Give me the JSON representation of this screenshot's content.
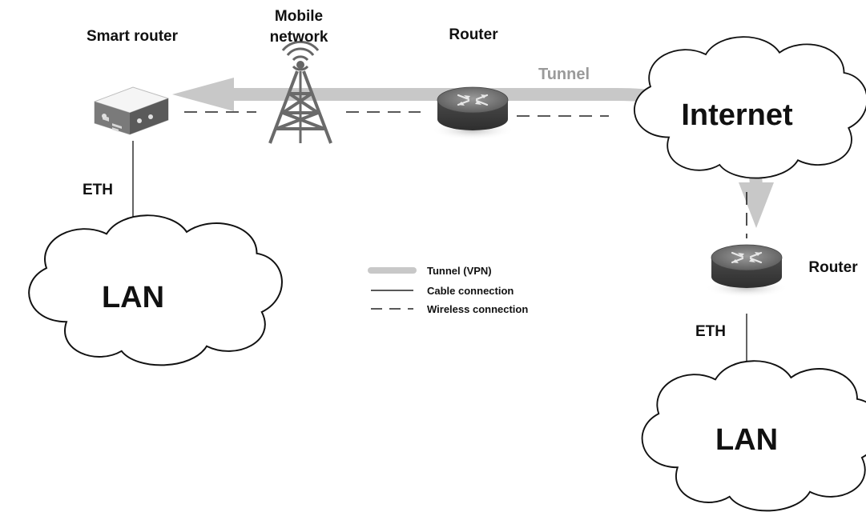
{
  "labels": {
    "smart_router": "Smart router",
    "mobile_network_line1": "Mobile",
    "mobile_network_line2": "network",
    "router_top": "Router",
    "router_right": "Router",
    "tunnel": "Tunnel",
    "internet": "Internet",
    "eth_left": "ETH",
    "eth_right": "ETH",
    "lan_left": "LAN",
    "lan_right": "LAN"
  },
  "legend": {
    "tunnel": "Tunnel (VPN)",
    "cable": "Cable connection",
    "wireless": "Wireless connection"
  },
  "icons": {
    "smart_router": "smart-router-icon",
    "tower": "cell-tower-icon",
    "router": "router-icon",
    "cloud": "cloud-icon"
  },
  "colors": {
    "tunnel": "#c8c8c8",
    "tunnel_label": "#9a9a9a",
    "line": "#222222"
  }
}
